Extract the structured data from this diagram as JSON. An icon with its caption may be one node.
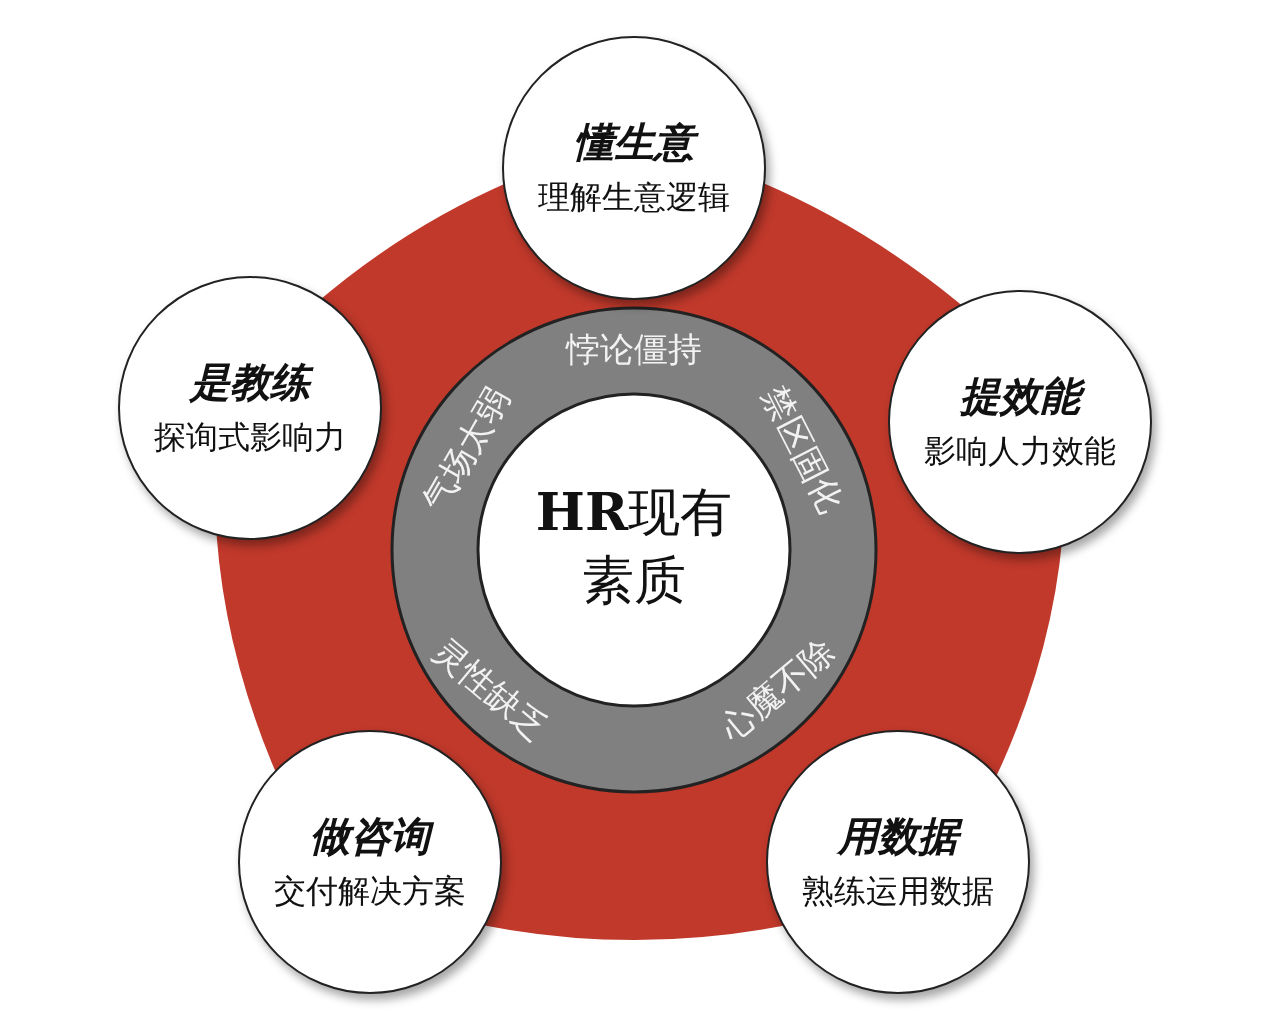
{
  "diagram": {
    "nodes": [
      {
        "text": [
          "懂生意",
          "理解生意逻辑"
        ]
      },
      {
        "text": [
          "是教练",
          "探询式影响力"
        ]
      },
      {
        "text": [
          "提效能",
          "影响人力效能"
        ]
      },
      {
        "text": [
          "悖论僵持",
          "禁区固化",
          "心魔不除",
          "灵性缺乏",
          "气场太弱"
        ]
      },
      {
        "text": [
          "**HR**现有素质"
        ],
        "in": 3
      },
      {
        "text": [
          "做咨询",
          "交付解决方案"
        ]
      },
      {
        "text": [
          "用数据",
          "熟练运用数据"
        ]
      }
    ],
    "edges": []
  }
}
